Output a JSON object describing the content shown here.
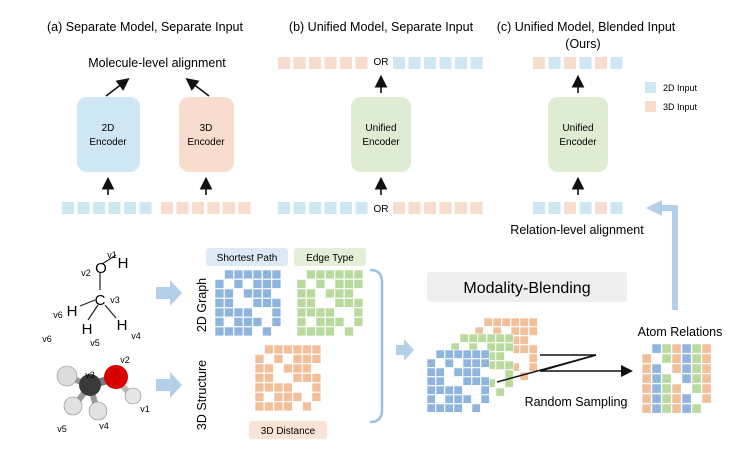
{
  "panels": {
    "a_title": "(a) Separate Model, Separate Input",
    "b_title": "(b) Unified Model, Separate Input",
    "c_title": "(c) Unified Model, Blended Input",
    "c_subtitle": "(Ours)"
  },
  "labels": {
    "molecule_alignment": "Molecule-level alignment",
    "relation_alignment": "Relation-level alignment",
    "or_top": "OR",
    "or_bottom": "OR",
    "encoder_2d_line1": "2D",
    "encoder_2d_line2": "Encoder",
    "encoder_3d_line1": "3D",
    "encoder_3d_line2": "Encoder",
    "unified_b_line1": "Unified",
    "unified_b_line2": "Encoder",
    "unified_c_line1": "Unified",
    "unified_c_line2": "Encoder",
    "legend_2d": "2D Input",
    "legend_3d": "3D Input",
    "graph_2d": "2D Graph",
    "structure_3d": "3D Structure",
    "shortest_path": "Shortest Path",
    "edge_type": "Edge Type",
    "distance_3d": "3D Distance",
    "modality_blending": "Modality-Blending",
    "random_sampling": "Random Sampling",
    "atom_relations": "Atom Relations"
  },
  "molecule_2d": {
    "atoms": [
      "O",
      "C",
      "H",
      "H",
      "H",
      "H"
    ],
    "vertex_labels": [
      "v1",
      "v2",
      "v3",
      "v4",
      "v5",
      "v6"
    ]
  },
  "molecule_3d": {
    "vertex_labels": [
      "v1",
      "v2",
      "v3",
      "v4",
      "v5",
      "v6"
    ]
  },
  "colors": {
    "input_2d": "#cfe6f4",
    "input_3d": "#f8dccd",
    "encoder_2d": "#cfe6f4",
    "encoder_3d": "#f8dccd",
    "encoder_unified": "#deecd3",
    "matrix_blue": "#8fb4de",
    "matrix_green": "#b9da9d",
    "matrix_orange": "#f2bf9b",
    "arrow_blue": "#b4cfe9",
    "oxygen": "#d90000",
    "carbon": "#3a3a3a",
    "hydrogen": "#d9d9d9"
  }
}
